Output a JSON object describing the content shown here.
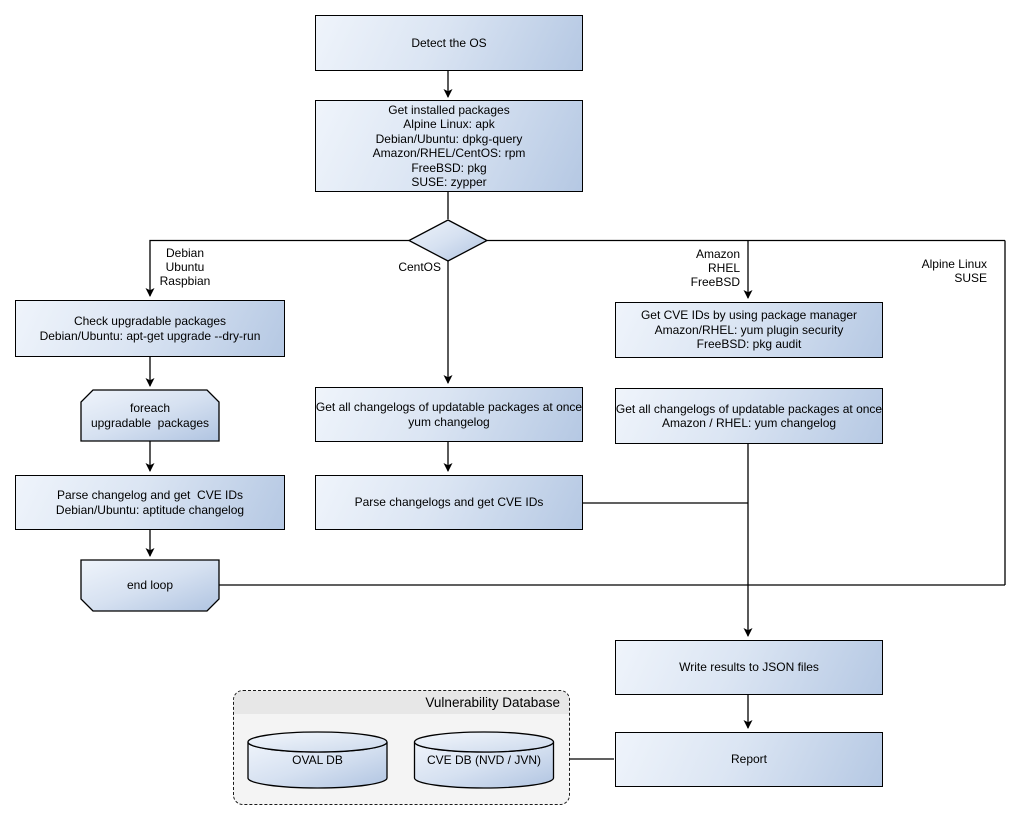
{
  "nodes": {
    "detect_os": {
      "lines": [
        "Detect the OS"
      ]
    },
    "get_installed": {
      "lines": [
        "Get installed packages",
        "Alpine Linux: apk",
        "Debian/Ubuntu: dpkg-query",
        "Amazon/RHEL/CentOS: rpm",
        "FreeBSD: pkg",
        "SUSE: zypper"
      ]
    },
    "check_upgradable": {
      "lines": [
        "Check upgradable packages",
        "Debian/Ubuntu: apt-get upgrade --dry-run"
      ]
    },
    "foreach_loop": {
      "lines": [
        "foreach",
        "upgradable  packages"
      ]
    },
    "parse_changelog_deb": {
      "lines": [
        "Parse changelog and get  CVE IDs",
        "Debian/Ubuntu: aptitude changelog"
      ]
    },
    "end_loop": {
      "lines": [
        "end loop"
      ]
    },
    "get_changelogs_yum": {
      "lines": [
        "Get all changelogs of updatable packages at once",
        "yum changelog"
      ]
    },
    "parse_changelogs": {
      "lines": [
        "Parse changelogs and get CVE IDs"
      ]
    },
    "get_cve_ids": {
      "lines": [
        "Get CVE IDs by using package manager",
        "Amazon/RHEL: yum plugin security",
        "FreeBSD: pkg audit"
      ]
    },
    "get_changelogs_amzn": {
      "lines": [
        "Get all changelogs of updatable packages at once",
        "Amazon / RHEL: yum changelog"
      ]
    },
    "write_json": {
      "lines": [
        "Write results to JSON files"
      ]
    },
    "report": {
      "lines": [
        "Report"
      ]
    }
  },
  "branch_labels": {
    "debian": {
      "lines": [
        "Debian",
        "Ubuntu",
        "Raspbian"
      ]
    },
    "centos": {
      "lines": [
        "CentOS"
      ]
    },
    "amazon": {
      "lines": [
        "Amazon",
        "RHEL",
        "FreeBSD"
      ]
    },
    "alpine": {
      "lines": [
        "Alpine Linux",
        "SUSE"
      ]
    }
  },
  "database": {
    "title": "Vulnerability Database",
    "cylinders": [
      {
        "label": "OVAL DB"
      },
      {
        "label": "CVE DB (NVD / JVN)"
      }
    ]
  },
  "colors": {
    "node_fill_light": "#eff4fb",
    "node_fill_dark": "#b5c8e3",
    "node_border": "#000000",
    "line": "#000000",
    "container_fill": "#f4f4f4",
    "container_header_fill": "#e7e7e7"
  }
}
